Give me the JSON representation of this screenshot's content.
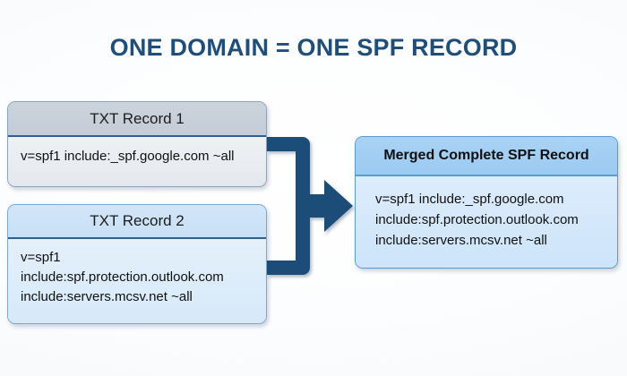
{
  "diagram": {
    "title": "ONE DOMAIN = ONE SPF RECORD",
    "accent_color": "#1f4e79",
    "connector_color": "#1f4e79",
    "connector_icon": "merge-arrow-icon",
    "sources": [
      {
        "header": "TXT Record 1",
        "lines": [
          "v=spf1 include:_spf.google.com ~all"
        ],
        "header_color": "#c8d0da",
        "body_color": "#e9edf1"
      },
      {
        "header": "TXT Record 2",
        "lines": [
          "v=spf1",
          "include:spf.protection.outlook.com",
          "include:servers.mcsv.net ~all"
        ],
        "header_color": "#cde2f7",
        "body_color": "#dcecfa"
      }
    ],
    "result": {
      "header": "Merged Complete SPF Record",
      "lines": [
        "v=spf1  include:_spf.google.com",
        "include:spf.protection.outlook.com",
        "include:servers.mcsv.net ~all"
      ],
      "header_color": "#a3cef3",
      "body_color": "#d5e8fb"
    }
  }
}
